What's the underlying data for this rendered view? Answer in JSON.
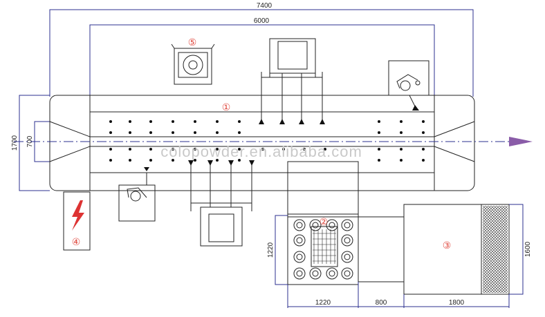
{
  "dimensions": {
    "overall_length": "7400",
    "booth_length": "6000",
    "overall_width": "1700",
    "opening_width": "700",
    "recovery_width": "1220",
    "recovery_depth": "1220",
    "gap": "800",
    "oven_length": "1800",
    "oven_depth": "1600"
  },
  "markers": {
    "booth": "①",
    "recovery": "②",
    "oven": "③",
    "power": "④",
    "hopper": "⑤"
  },
  "watermark": "colopowder.en.alibaba.com",
  "colors": {
    "blue_lines": "#2b2f8f",
    "black_lines": "#222222",
    "arrow": "#8a5ca8",
    "markers": "#e0483e"
  }
}
